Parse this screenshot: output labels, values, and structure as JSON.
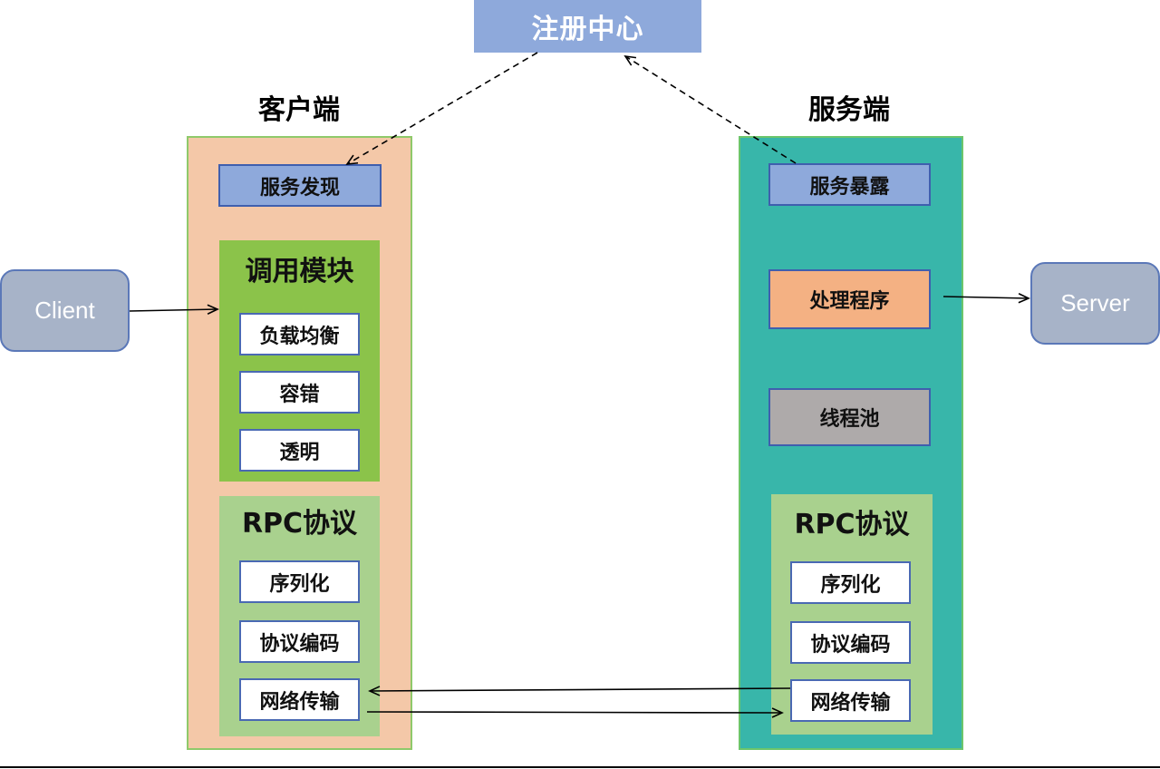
{
  "registry": {
    "label": "注册中心"
  },
  "client_side": {
    "title": "客户端",
    "service_discovery": "服务发现",
    "invoke_module": {
      "title": "调用模块",
      "items": [
        "负载均衡",
        "容错",
        "透明"
      ]
    },
    "rpc_protocol": {
      "title": "RPC协议",
      "items": [
        "序列化",
        "协议编码",
        "网络传输"
      ]
    }
  },
  "server_side": {
    "title": "服务端",
    "service_exposure": "服务暴露",
    "handler": "处理程序",
    "thread_pool": "线程池",
    "rpc_protocol": {
      "title": "RPC协议",
      "items": [
        "序列化",
        "协议编码",
        "网络传输"
      ]
    }
  },
  "endpoints": {
    "client": "Client",
    "server": "Server"
  },
  "colors": {
    "registry": "#8ea9db",
    "client_panel": "#f4c8a8",
    "server_panel": "#38b6aa",
    "invoke_module": "#8bc34a",
    "rpc_module": "#a9d18e",
    "handler": "#f4b183",
    "thread_pool": "#aeaaaa",
    "endpoint": "#a7b3c8"
  }
}
